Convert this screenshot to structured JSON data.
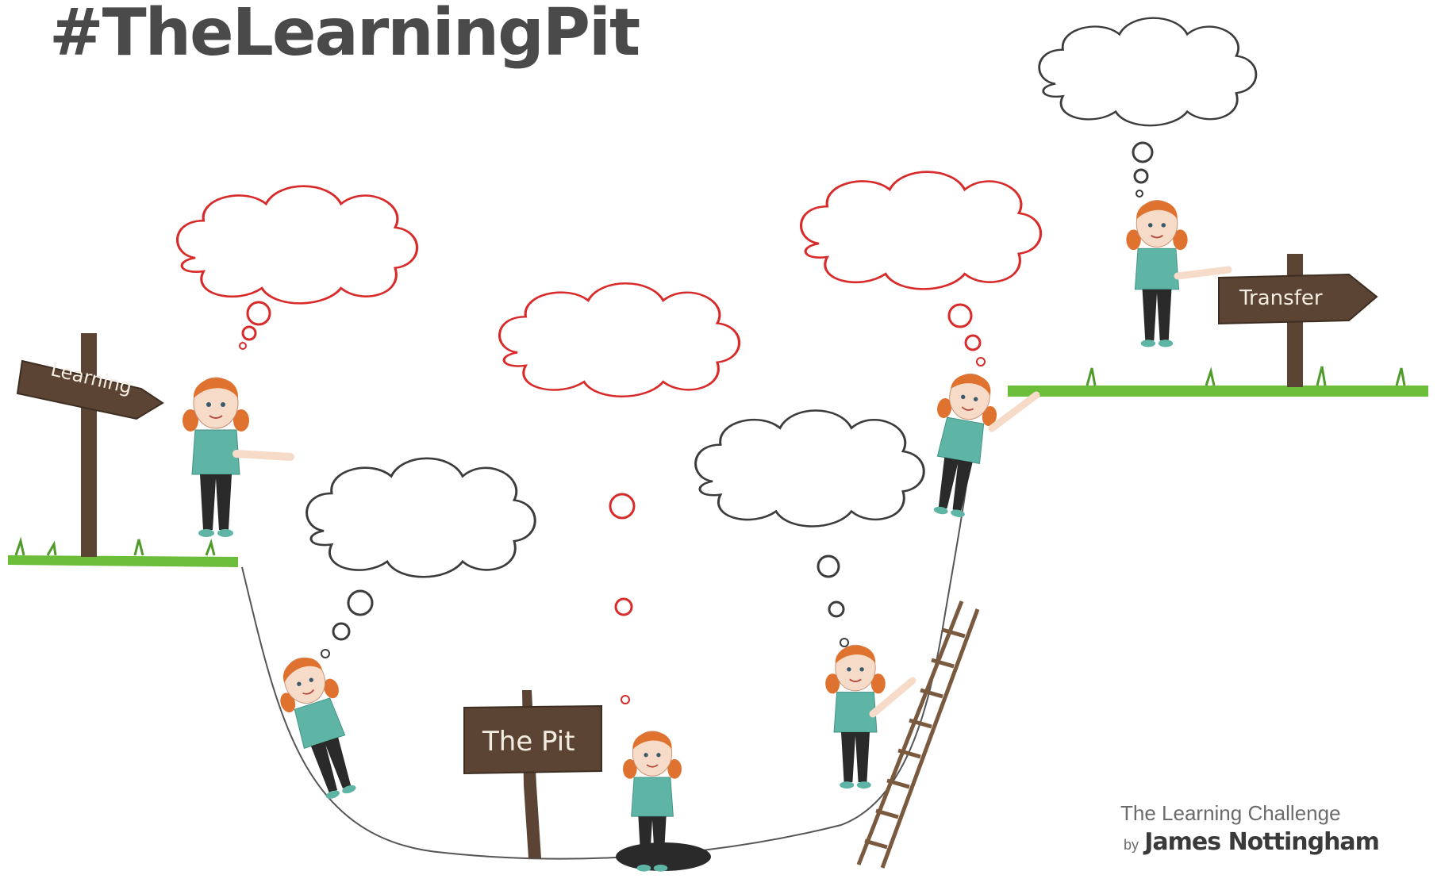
{
  "title": "#TheLearningPit",
  "signs": {
    "learning": "Learning",
    "pit": "The Pit",
    "transfer": "Transfer"
  },
  "credit": {
    "line1": "The Learning Challenge",
    "by": "by",
    "author": "James Nottingham"
  },
  "colors": {
    "thought_red": "#d92a2a",
    "thought_dark": "#3c3c3c",
    "grass": "#6bbd3a",
    "wood": "#5b4434",
    "shirt": "#5fb5a5",
    "hair": "#e0722f",
    "pants": "#2a2a2a",
    "skin": "#f6dcc8"
  },
  "icons": [
    "thought-bubble-icon",
    "signpost-icon",
    "child-figure-icon",
    "ladder-icon",
    "grass-icon"
  ]
}
